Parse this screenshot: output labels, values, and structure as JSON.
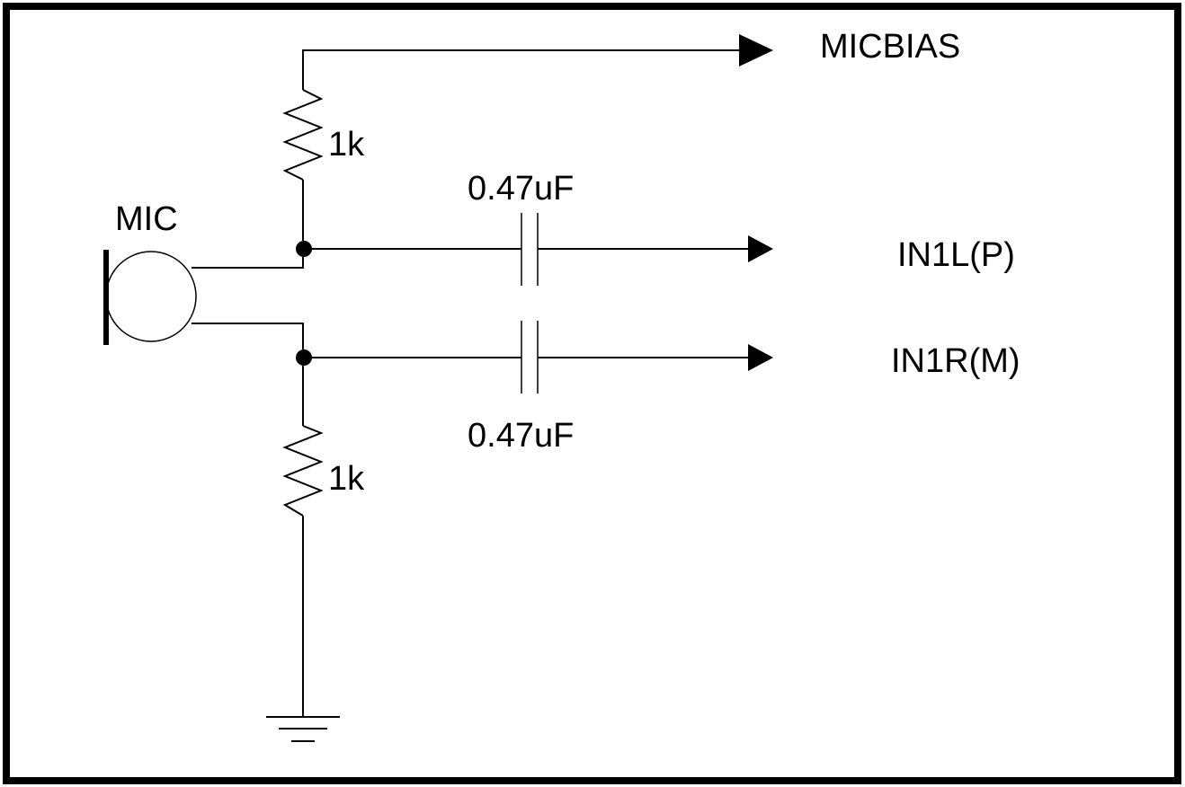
{
  "labels": {
    "micbias": "MICBIAS",
    "mic": "MIC",
    "resistor_top": "1k",
    "resistor_bottom": "1k",
    "cap_top": "0.47uF",
    "cap_bottom": "0.47uF",
    "in1l": "IN1L(P)",
    "in1r": "IN1R(M)"
  }
}
